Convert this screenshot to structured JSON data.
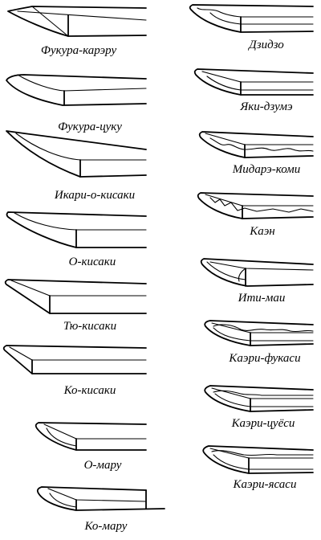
{
  "left_column": [
    {
      "id": "fukura-kareru",
      "label": "Фукура-карэру"
    },
    {
      "id": "fukura-tsuku",
      "label": "Фукура-цуку"
    },
    {
      "id": "ikari-o-kisaki",
      "label": "Икари-о-кисаки"
    },
    {
      "id": "o-kisaki",
      "label": "О-кисаки"
    },
    {
      "id": "chu-kisaki",
      "label": "Тю-кисаки"
    },
    {
      "id": "ko-kisaki",
      "label": "Ко-кисаки"
    },
    {
      "id": "o-maru",
      "label": "О-мару"
    },
    {
      "id": "ko-maru",
      "label": "Ко-мару"
    }
  ],
  "right_column": [
    {
      "id": "jizo",
      "label": "Дзидзо"
    },
    {
      "id": "yaki-zume",
      "label": "Яки-дзумэ"
    },
    {
      "id": "midare-komi",
      "label": "Мидарэ-коми"
    },
    {
      "id": "kaen",
      "label": "Каэн"
    },
    {
      "id": "ichi-mai",
      "label": "Ити-маи"
    },
    {
      "id": "kaeri-fukashi",
      "label": "Каэри-фукаси"
    },
    {
      "id": "kaeri-tsuyoshi",
      "label": "Каэри-цуёси"
    },
    {
      "id": "kaeri-yasashi",
      "label": "Каэри-ясаси"
    }
  ]
}
